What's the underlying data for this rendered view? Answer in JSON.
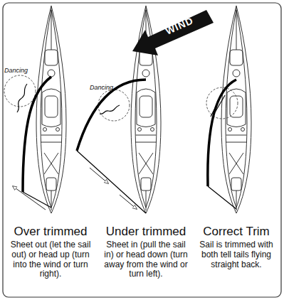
{
  "diagram": {
    "labels": [
      "Dancing",
      "WIND",
      "Dancing",
      "Over trimmed",
      "Sheet out (let the sail out) or head up (turn into the wind or turn right).",
      "Under trimmed",
      "Sheet in (pull the sail in) or head down (turn away from the wind or turn left).",
      "Correct Trim",
      "Sail is trimmed with both tell tails flying straight back."
    ]
  }
}
